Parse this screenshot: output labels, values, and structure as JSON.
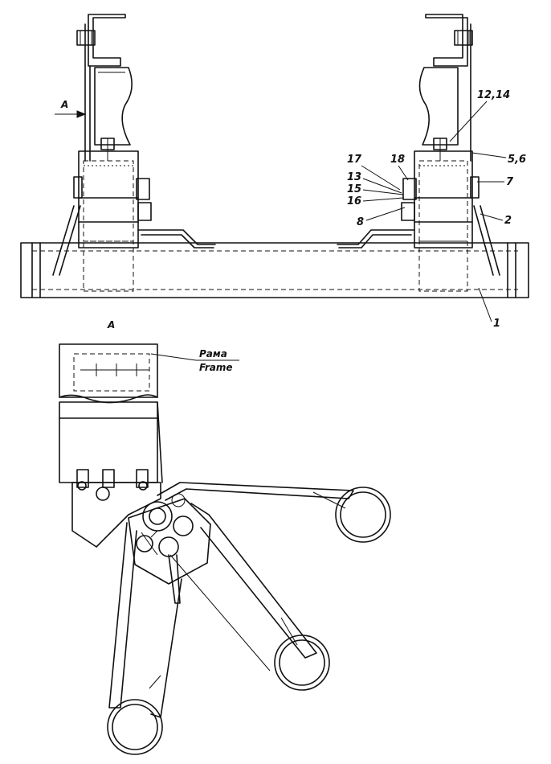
{
  "view_label": "A",
  "section_title": "A",
  "frame_label_ru": "Рама",
  "frame_label_en": "Frame",
  "callouts": {
    "c1": "1",
    "c2": "2",
    "c5_6": "5,6",
    "c7": "7",
    "c8": "8",
    "c12_14": "12,14",
    "c13": "13",
    "c15": "15",
    "c16": "16",
    "c17": "17",
    "c18": "18"
  },
  "colors": {
    "ink": "#111111",
    "paper": "#ffffff"
  }
}
